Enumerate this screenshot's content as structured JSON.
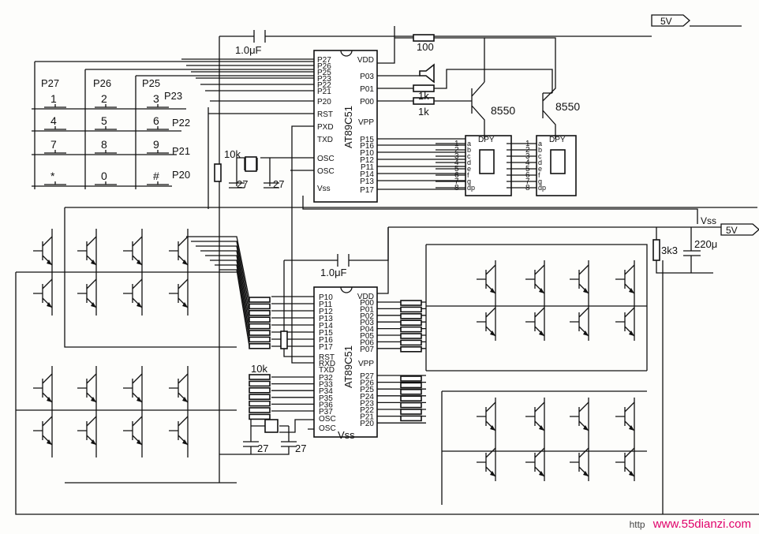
{
  "power": {
    "vcc": "5V",
    "vss": "Vss"
  },
  "chips": {
    "top": {
      "name": "AT89C51",
      "left_pins": [
        "P27",
        "P26",
        "P25",
        "P23",
        "P22",
        "P21",
        "P20",
        "RST",
        "PXD",
        "TXD",
        "OSC",
        "OSC",
        "Vss"
      ],
      "right_pins": [
        "VDD",
        "P03",
        "P01",
        "P00",
        "VPP",
        "P15",
        "P16",
        "P10",
        "P12",
        "P11",
        "P14",
        "P13",
        "P17"
      ]
    },
    "bottom": {
      "name": "AT89C51",
      "left_pins": [
        "P10",
        "P11",
        "P12",
        "P13",
        "P14",
        "P15",
        "P16",
        "P17",
        "RST",
        "RXD",
        "TXD",
        "P32",
        "P33",
        "P34",
        "P35",
        "P36",
        "P37",
        "OSC",
        "OSC"
      ],
      "right_pins": [
        "VDD",
        "P00",
        "P01",
        "P02",
        "P03",
        "P04",
        "P05",
        "P06",
        "P07",
        "VPP",
        "P27",
        "P26",
        "P25",
        "P24",
        "P23",
        "P22",
        "P21",
        "P20"
      ],
      "vss": "Vss"
    }
  },
  "components": {
    "cap_top": "1.0μF",
    "cap_bottom": "1.0μF",
    "r_100": "100",
    "r_1k_a": "1k",
    "r_1k_b": "1k",
    "transistor_a": "8550",
    "transistor_b": "8550",
    "r_10k_top": "10k",
    "r_10k_bottom": "10k",
    "c27": [
      "27",
      "27",
      "27",
      "27"
    ],
    "r_3k3": "3k3",
    "c_220": "220μ"
  },
  "keypad": {
    "col_labels": [
      "P27",
      "P26",
      "P25"
    ],
    "row_labels": [
      "P23",
      "P22",
      "P21",
      "P20"
    ],
    "keys": [
      "1",
      "2",
      "3",
      "4",
      "5",
      "6",
      "7",
      "8",
      "9",
      "*",
      "0",
      "#"
    ]
  },
  "display": {
    "label": "DPY",
    "pins": [
      "1",
      "2",
      "3",
      "4",
      "5",
      "6",
      "7",
      "8"
    ],
    "segs": [
      "a",
      "b",
      "c",
      "d",
      "e",
      "f",
      "g",
      "dp"
    ]
  },
  "watermark": {
    "pre": "http",
    "site": "www.55dianzi.com"
  }
}
